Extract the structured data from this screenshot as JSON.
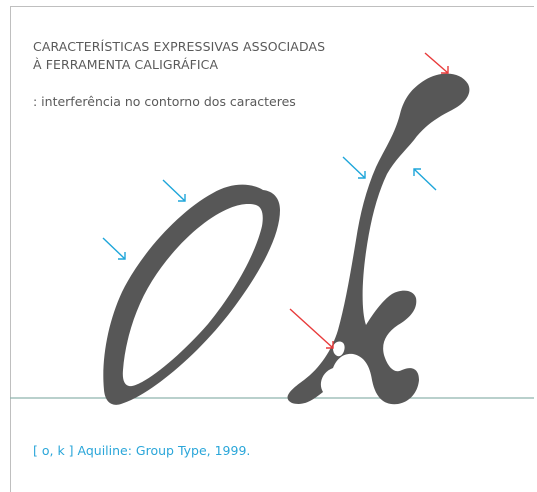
{
  "title": {
    "line1": "CARACTERÍSTICAS EXPRESSIVAS ASSOCIADAS",
    "line2": "À FERRAMENTA CALIGRÁFICA"
  },
  "subtitle": ": interferência no contorno dos caracteres",
  "caption": "[ o, k ] Aquiline: Group Type, 1999.",
  "colors": {
    "glyph": "#575757",
    "baseline": "#8fb3ad",
    "arrow_blue": "#1ea6da",
    "arrow_red": "#e83a3a",
    "text": "#5a5a5a",
    "caption": "#2aa6d9"
  }
}
